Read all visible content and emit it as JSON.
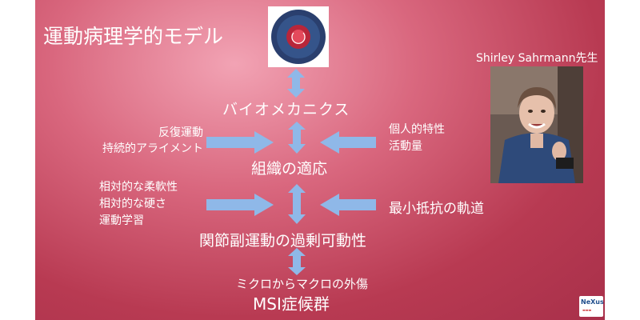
{
  "slide": {
    "title": "運動病理学的モデル",
    "biomechanics": "バイオメカニクス",
    "tissue_adaptation": "組織の適応",
    "joint_accessory": "関節副運動の過剰可動性",
    "micro_macro": "ミクロからマクロの外傷",
    "msi": "MSI症候群",
    "left_upper": [
      "反復運動",
      "持続的アライメント"
    ],
    "left_lower": [
      "相対的な柔軟性",
      "相対的な硬さ",
      "運動学習"
    ],
    "right_upper": [
      "個人的特性",
      "活動量"
    ],
    "right_lower": "最小抵抗の軌道",
    "teacher_name": "Shirley Sahrmann先生"
  },
  "logo": {
    "text": "NeXus"
  },
  "colors": {
    "background": "#c44860",
    "arrow": "#8fb8e8",
    "text": "#ffffff"
  },
  "icons": [
    "double-arrow-icon",
    "right-arrow-icon",
    "left-arrow-icon"
  ]
}
